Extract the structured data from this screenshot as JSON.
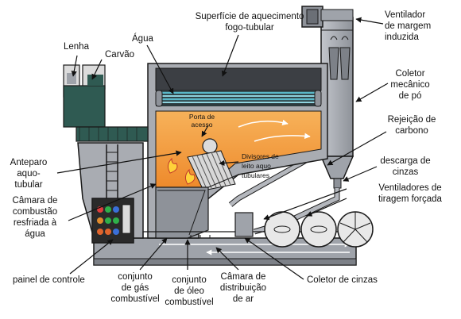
{
  "labels": {
    "lenha": "Lenha",
    "carvao": "Carvão",
    "superficie_1": "Superfície de aquecimento",
    "superficie_2": "fogo-tubular",
    "agua": "Água",
    "ventilador_1": "Ventilador",
    "ventilador_2": "de margem",
    "ventilador_3": "induzida",
    "coletor_mec_1": "Coletor",
    "coletor_mec_2": "mecânico",
    "coletor_mec_3": "de pó",
    "porta_1": "Porta de",
    "porta_2": "acesso",
    "rejeicao_1": "Rejeição de",
    "rejeicao_2": "carbono",
    "anteparo_1": "Anteparo",
    "anteparo_2": "aquo-",
    "anteparo_3": "tubular",
    "divisores_1": "Divisores de",
    "divisores_2": "leito aquo",
    "divisores_3": "tubulares",
    "descarga_1": "descarga de",
    "descarga_2": "cinzas",
    "camara_comb_1": "Câmara de",
    "camara_comb_2": "combustão",
    "camara_comb_3": "resfriada à",
    "camara_comb_4": "água",
    "ventiladores_1": "Ventiladores de",
    "ventiladores_2": "tiragem forçada",
    "painel": "painel de controle",
    "gas_1": "conjunto",
    "gas_2": "de gás",
    "gas_3": "combustível",
    "oleo_1": "conjunto",
    "oleo_2": "de óleo",
    "oleo_3": "combustível",
    "camara_dist_1": "Câmara de",
    "camara_dist_2": "distribuição",
    "camara_dist_3": "de ar",
    "coletor_cinzas": "Coletor de cinzas"
  },
  "colors": {
    "steel": "#a9acb2",
    "steel_dark": "#6b6f76",
    "firebox": "#f5a84a",
    "water_dark": "#2f5a52",
    "pipes": "#59b7c8",
    "panel": "#2a2a2a",
    "outline": "#1a1a1a"
  },
  "icons": {
    "flame": "flame-icon",
    "fan": "fan-icon",
    "panel_lights": "indicator-lights"
  }
}
